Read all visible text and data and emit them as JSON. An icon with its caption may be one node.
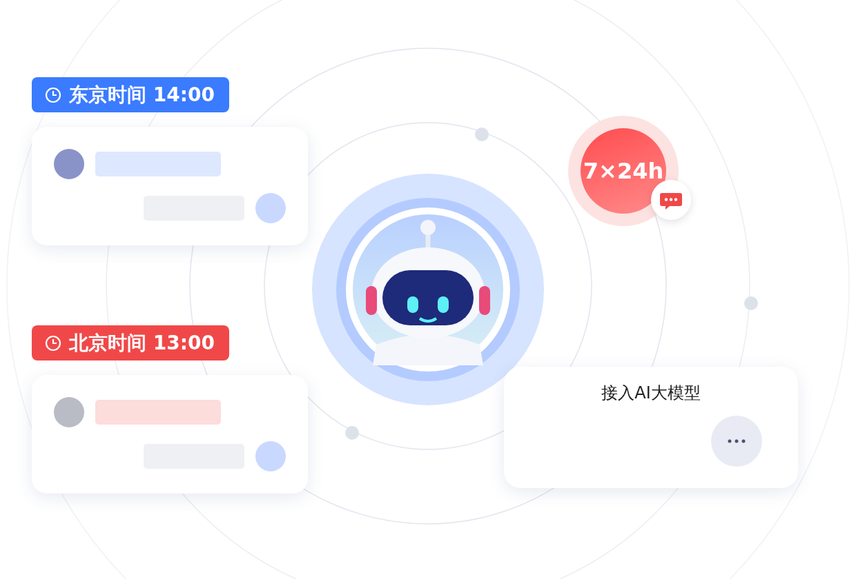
{
  "diagram": {
    "nodes": [
      {
        "text": [
          "东京时间 14:00"
        ]
      },
      {
        "text": [],
        "shape": "box"
      },
      {
        "text": [],
        "shape": "bar",
        "in": 1
      },
      {
        "text": [],
        "shape": "bar",
        "in": 1
      },
      {
        "text": [
          "北京时间 13:00"
        ]
      },
      {
        "text": [],
        "shape": "box"
      },
      {
        "text": [],
        "shape": "bar",
        "in": 5
      },
      {
        "text": [],
        "shape": "bar",
        "in": 5
      },
      {
        "text": [
          "7×24h"
        ]
      },
      {
        "text": [
          "接入AI大模型"
        ]
      }
    ]
  }
}
